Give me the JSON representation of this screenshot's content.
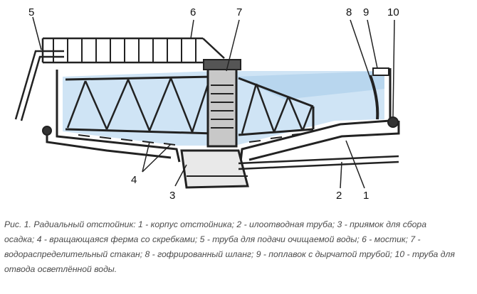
{
  "labels": {
    "n1": "1",
    "n2": "2",
    "n3": "3",
    "n4": "4",
    "n5": "5",
    "n6": "6",
    "n7": "7",
    "n8": "8",
    "n9": "9",
    "n10": "10"
  },
  "caption": {
    "line1": "Рис. 1. Радиальный отстойник: 1 - корпус отстойника; 2 - илоотводная труба; 3 - приямок для сбора",
    "line2": "осадка; 4 - вращающаяся ферма со скребками; 5 - труба для подачи очищаемой воды; 6 - мостик; 7 -",
    "line3": "водораспределительный стакан; 8 - гофрированный шланг; 9 - поплавок с дырчатой трубой; 10 - труба для",
    "line4": "отвода осветлённой воды."
  },
  "colors": {
    "water": "#cfe4f5",
    "water_dark": "#a9cdea",
    "ink": "#222222",
    "concrete": "#f3f3f3"
  }
}
